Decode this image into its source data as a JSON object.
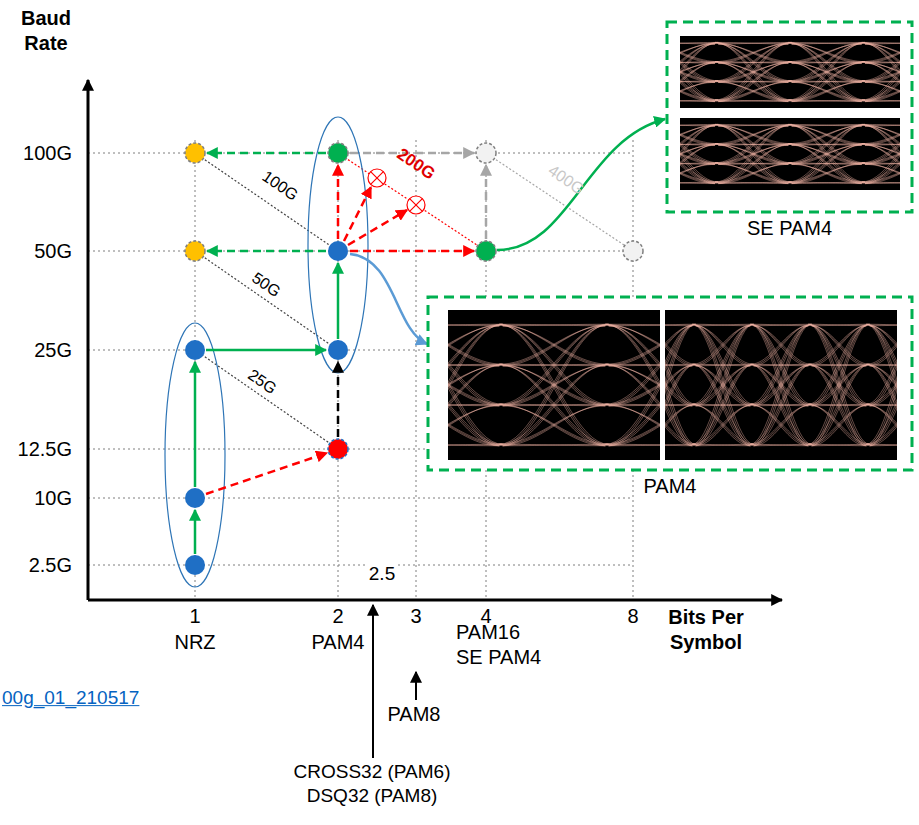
{
  "diagram": {
    "nodes": [
      {
        "text": [
          "SE PAM4"
        ]
      },
      {
        "text": [
          "PAM4"
        ]
      }
    ],
    "labels": [
      "Baud Rate",
      "100G",
      "50G",
      "25G",
      "12.5G",
      "10G",
      "2.5G",
      "100G",
      "50G",
      "25G",
      "200G",
      "400G",
      "2.5",
      "1",
      "2",
      "3",
      "4",
      "8",
      "NRZ",
      "PAM4",
      "PAM16 SE PAM4",
      "Bits Per Symbol",
      "PAM8",
      "CROSS32 (PAM6) DSQ32 (PAM8)",
      "00g_01_210517"
    ]
  }
}
